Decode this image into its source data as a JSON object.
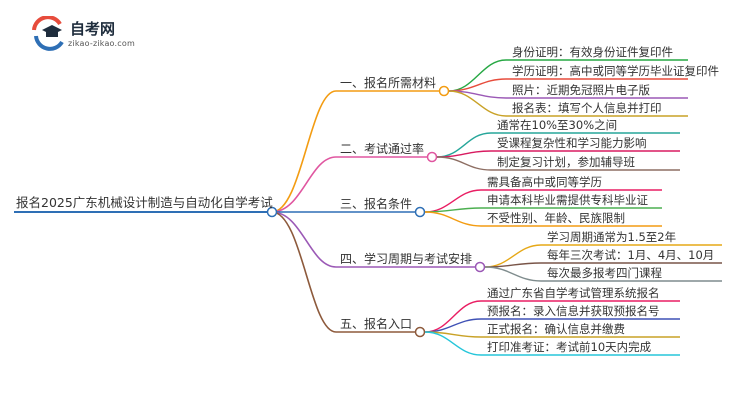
{
  "logo": {
    "name": "自考网",
    "url": "zikao-zikao.com"
  },
  "mindmap": {
    "root": "报名2025广东机械设计制造与自动化自学考试",
    "branches": [
      {
        "label": "一、报名所需材料",
        "color": "#f39c12",
        "leaves": [
          {
            "text": "身份证明：有效身份证件复印件",
            "color": "#27a844"
          },
          {
            "text": "学历证明：高中或同等学历毕业证复印件",
            "color": "#e74c3c"
          },
          {
            "text": "照片：近期免冠照片电子版",
            "color": "#9b59b6"
          },
          {
            "text": "报名表：填写个人信息并打印",
            "color": "#c9a227"
          }
        ]
      },
      {
        "label": "二、考试通过率",
        "color": "#e056a0",
        "leaves": [
          {
            "text": "通常在10%至30%之间",
            "color": "#26a69a"
          },
          {
            "text": "受课程复杂性和学习能力影响",
            "color": "#d81b60"
          },
          {
            "text": "制定复习计划，参加辅导班",
            "color": "#8d6e63"
          }
        ]
      },
      {
        "label": "三、报名条件",
        "color": "#2e6fb5",
        "leaves": [
          {
            "text": "需具备高中或同等学历",
            "color": "#e91e63"
          },
          {
            "text": "申请本科毕业需提供专科毕业证",
            "color": "#4caf50"
          },
          {
            "text": "不受性别、年龄、民族限制",
            "color": "#f39c12"
          }
        ]
      },
      {
        "label": "四、学习周期与考试安排",
        "color": "#9b59b6",
        "leaves": [
          {
            "text": "学习周期通常为1.5至2年",
            "color": "#e6a817"
          },
          {
            "text": "每年三次考试：1月、4月、10月",
            "color": "#795548"
          },
          {
            "text": "每次最多报考四门课程",
            "color": "#7f8c8d"
          }
        ]
      },
      {
        "label": "五、报名入口",
        "color": "#8d5a3c",
        "leaves": [
          {
            "text": "通过广东省自学考试管理系统报名",
            "color": "#e91e63"
          },
          {
            "text": "预报名：录入信息并获取预报名号",
            "color": "#3f51b5"
          },
          {
            "text": "正式报名：确认信息并缴费",
            "color": "#c9a227"
          },
          {
            "text": "打印准考证：考试前10天内完成",
            "color": "#26c6da"
          }
        ]
      }
    ]
  },
  "colors": {
    "root_line": "#2e6fb5",
    "text": "#333333"
  }
}
